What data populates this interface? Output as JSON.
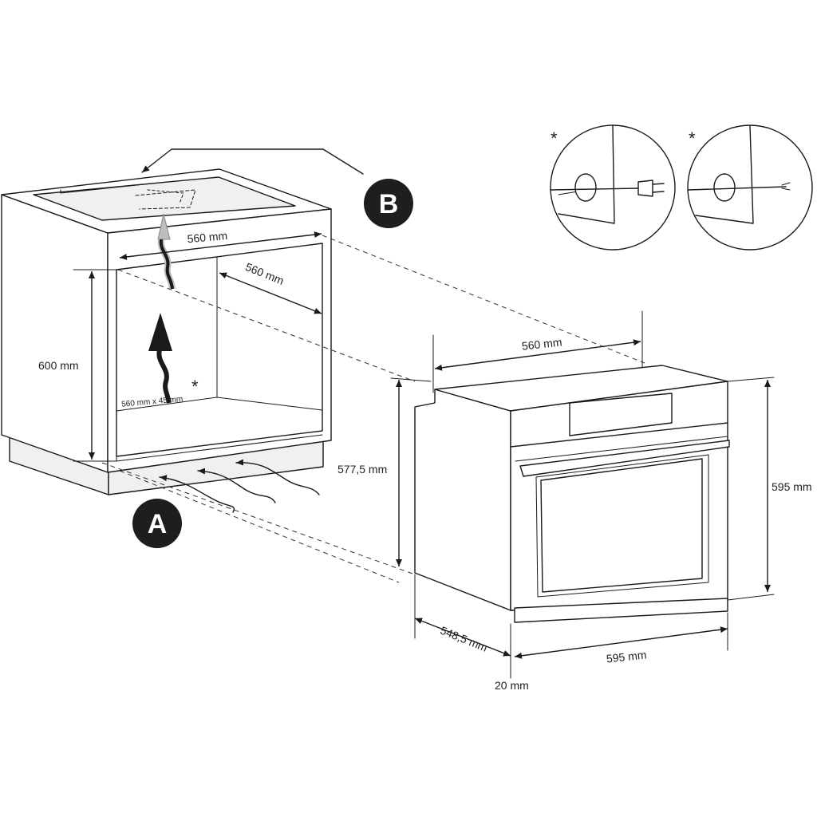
{
  "cabinet": {
    "width_top": "560 mm",
    "depth": "560 mm",
    "height": "600 mm",
    "vent_opening": "560 mm x 45 mm",
    "vent_marker": "*"
  },
  "oven": {
    "width_top": "560 mm",
    "height_body": "577,5 mm",
    "height_front": "595 mm",
    "depth": "548,5 mm",
    "width_front": "595 mm",
    "front_thickness": "20 mm"
  },
  "details": {
    "left_marker": "*",
    "right_marker": "*"
  },
  "labels": {
    "a": "A",
    "b": "B"
  }
}
